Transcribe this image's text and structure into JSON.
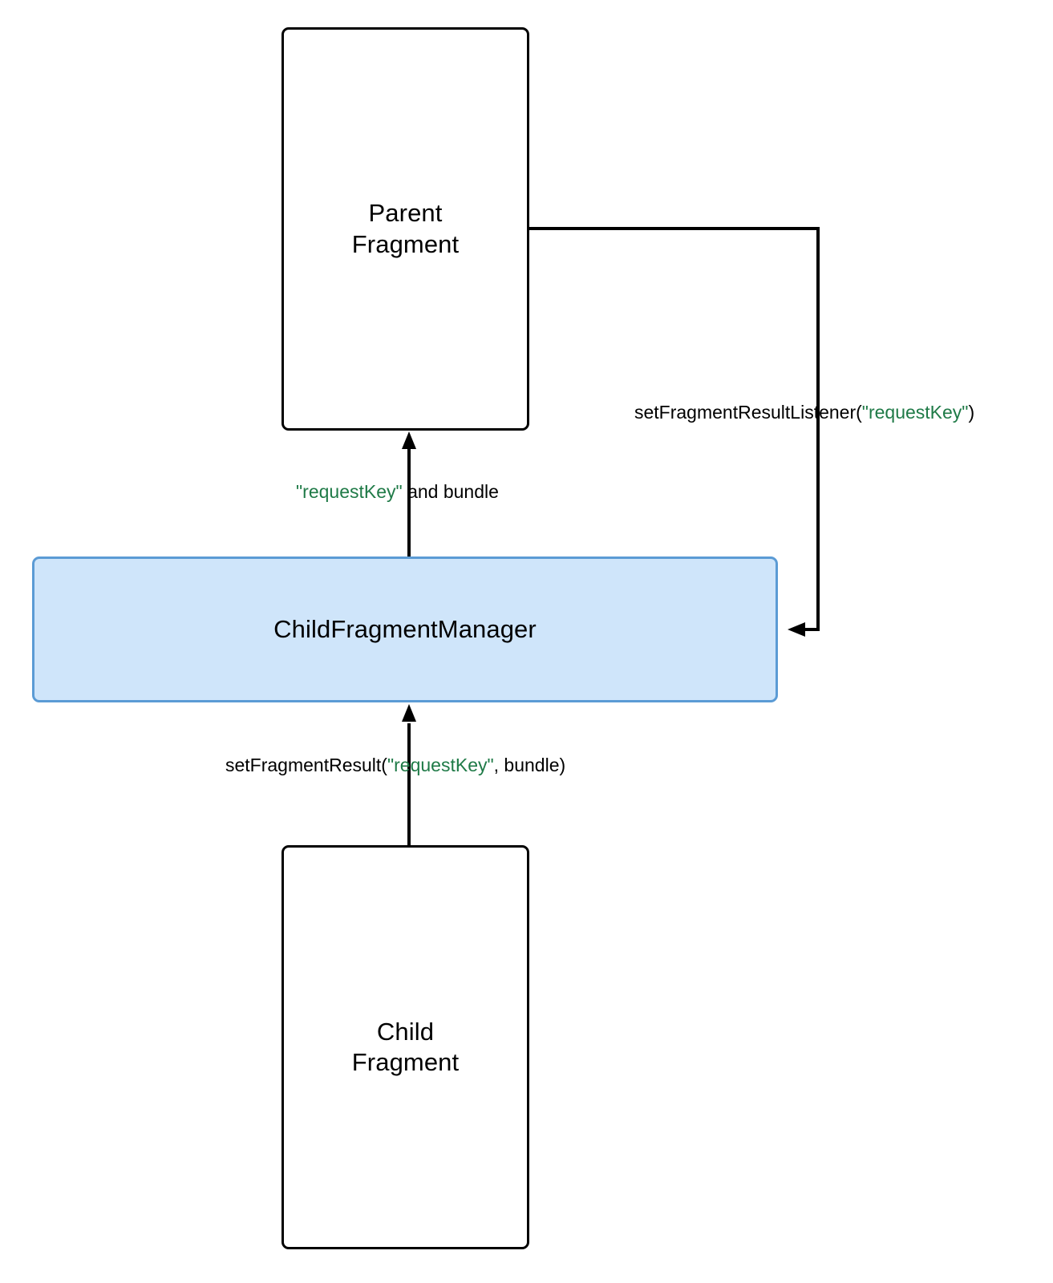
{
  "diagram": {
    "title": "Fragment Result API flow",
    "background": "#ffffff",
    "nodes": [
      {
        "id": "parent-fragment",
        "label": "Parent\nFragment",
        "fill": "#ffffff",
        "stroke": "#000000"
      },
      {
        "id": "child-fragment-manager",
        "label": "ChildFragmentManager",
        "fill": "#cfe5fa",
        "stroke": "#5b9bd5"
      },
      {
        "id": "child-fragment",
        "label": "Child\nFragment",
        "fill": "#ffffff",
        "stroke": "#000000"
      }
    ],
    "edges": [
      {
        "id": "manager-to-parent",
        "from": "child-fragment-manager",
        "to": "parent-fragment",
        "label_parts": [
          {
            "text": "\"requestKey\"",
            "color": "#1f7a47"
          },
          {
            "text": " and bundle",
            "color": "#000000"
          }
        ],
        "label_plain": "\"requestKey\" and bundle"
      },
      {
        "id": "parent-to-manager",
        "from": "parent-fragment",
        "to": "child-fragment-manager",
        "label_parts": [
          {
            "text": "setFragmentResultListener(",
            "color": "#000000"
          },
          {
            "text": "\"requestKey\"",
            "color": "#1f7a47"
          },
          {
            "text": ")",
            "color": "#000000"
          }
        ],
        "label_plain": "setFragmentResultListener(\"requestKey\")"
      },
      {
        "id": "child-to-manager",
        "from": "child-fragment",
        "to": "child-fragment-manager",
        "label_parts": [
          {
            "text": "setFragmentResult(",
            "color": "#000000"
          },
          {
            "text": "\"requestKey\"",
            "color": "#1f7a47"
          },
          {
            "text": ", bundle)",
            "color": "#000000"
          }
        ],
        "label_plain": "setFragmentResult(\"requestKey\", bundle)"
      }
    ],
    "labels": {
      "parent_fragment_line1": "Parent",
      "parent_fragment_line2": "Fragment",
      "child_fragment_manager": "ChildFragmentManager",
      "child_fragment_line1": "Child",
      "child_fragment_line2": "Fragment",
      "request_key_quoted": "\"requestKey\"",
      "and_bundle_suffix": " and bundle",
      "set_fragment_result_listener_prefix": "setFragmentResultListener(",
      "set_fragment_result_listener_suffix": ")",
      "set_fragment_result_prefix": "setFragmentResult(",
      "set_fragment_result_suffix": ", bundle)"
    },
    "colors": {
      "key_green": "#1f7a47",
      "edge_black": "#000000",
      "highlight_fill": "#cfe5fa",
      "highlight_stroke": "#5b9bd5"
    }
  }
}
